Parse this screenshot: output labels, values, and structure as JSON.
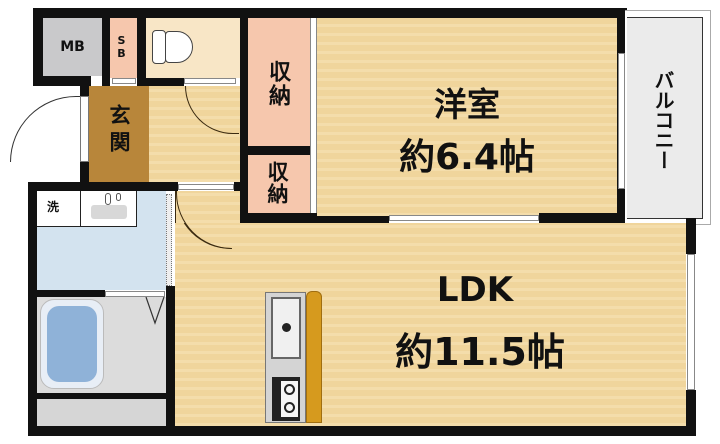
{
  "floorplan": {
    "rooms": {
      "mb": {
        "label": "MB"
      },
      "sb": {
        "label": "SB"
      },
      "genkan": {
        "label": "玄関"
      },
      "storage_upper": {
        "label": "収納"
      },
      "storage_lower": {
        "label": "収納"
      },
      "western_room": {
        "label": "洋室",
        "size": "約6.4帖"
      },
      "balcony": {
        "label": "バルコニー"
      },
      "washroom": {
        "label": "洗"
      },
      "ldk": {
        "label": "LDK",
        "size": "約11.5帖"
      }
    },
    "colors": {
      "wall": "#111111",
      "floor_wood": "#f3d9a2",
      "genkan": "#b8863a",
      "storage": "#f6c7ad",
      "mb": "#c9c9cb",
      "washroom": "#d3e3ef",
      "bath_floor": "#dcdcdc",
      "tub": "#8fb2d8",
      "balcony": "#ebebeb",
      "counter": "#d69a1e"
    }
  }
}
